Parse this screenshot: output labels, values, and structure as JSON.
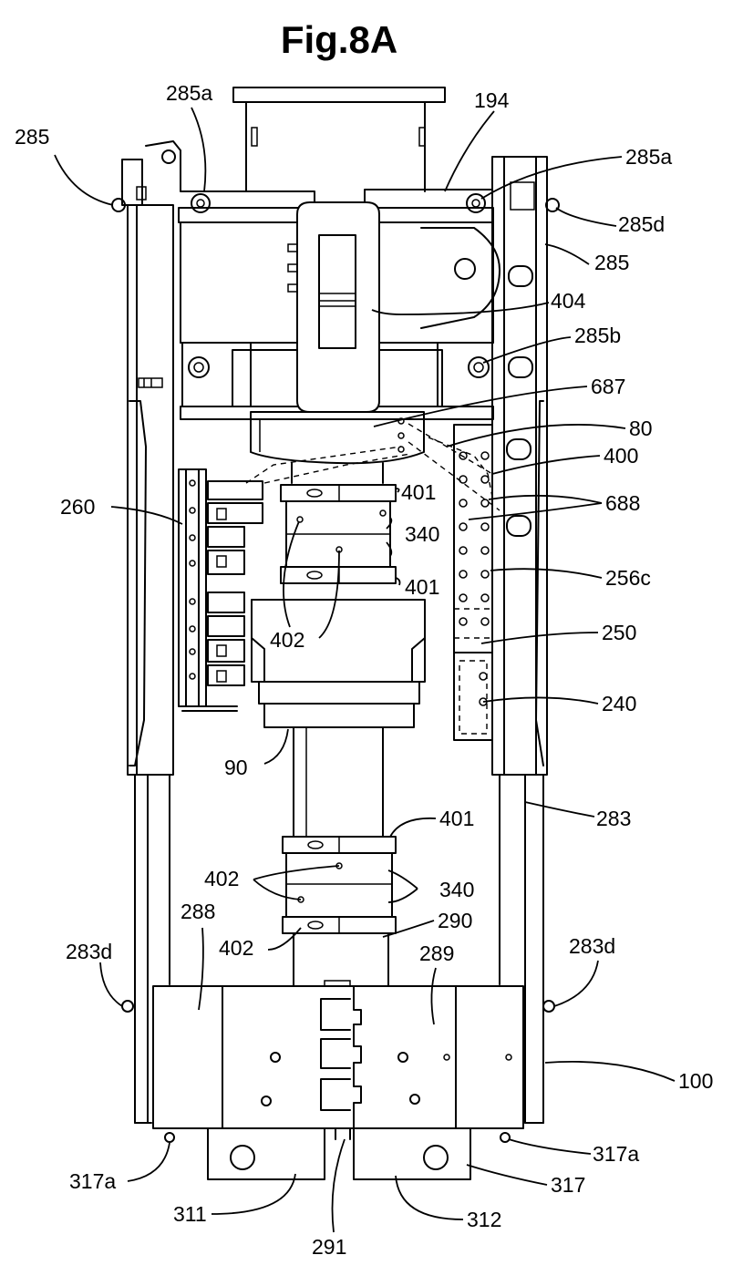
{
  "figure": {
    "title": "Fig.8A"
  },
  "labels": {
    "l285_tl": "285",
    "l285a_top": "285a",
    "l194": "194",
    "l285a_r": "285a",
    "l285d_r": "285d",
    "l285_r": "285",
    "l404": "404",
    "l285b": "285b",
    "l687": "687",
    "l80": "80",
    "l400": "400",
    "l260": "260",
    "l401_a": "401",
    "l688": "688",
    "l340_a": "340",
    "l256c": "256c",
    "l401_b": "401",
    "l402_a": "402",
    "l250": "250",
    "l240": "240",
    "l90": "90",
    "l283": "283",
    "l401_c": "401",
    "l402_b": "402",
    "l340_b": "340",
    "l288": "288",
    "l290": "290",
    "l283d_l": "283d",
    "l402_c": "402",
    "l289": "289",
    "l283d_r": "283d",
    "l100": "100",
    "l317a_l": "317a",
    "l317a_r": "317a",
    "l317": "317",
    "l311": "311",
    "l312": "312",
    "l291": "291"
  }
}
